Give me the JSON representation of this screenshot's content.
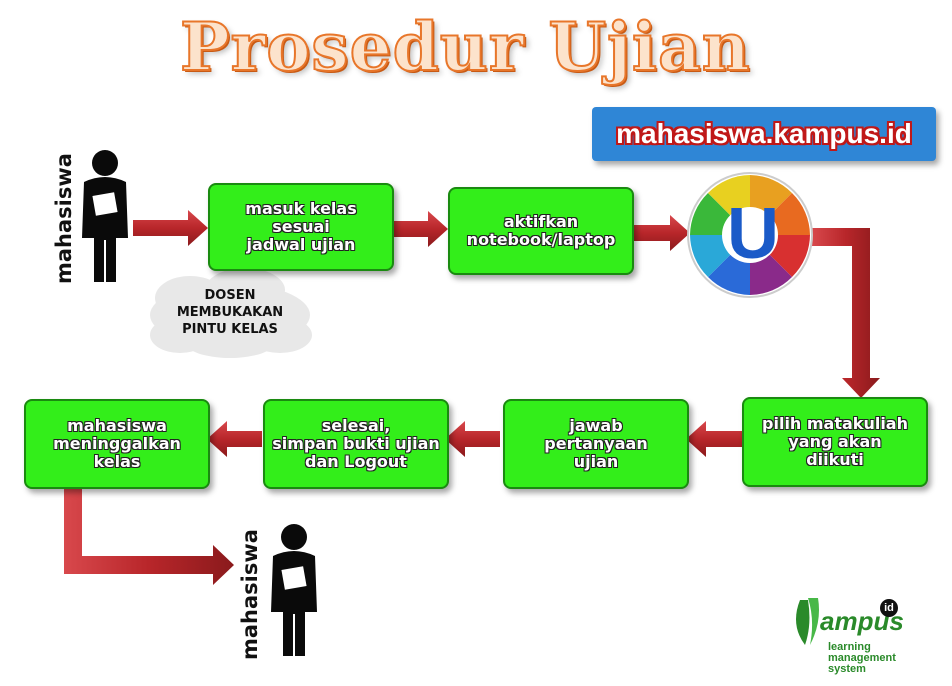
{
  "title": "Prosedur Ujian",
  "url_banner": "mahasiswa.kampus.id",
  "actor_label": "mahasiswa",
  "cloud_note": "DOSEN\nMEMBUKAKAN\nPINTU KELAS",
  "steps": [
    {
      "label": "masuk kelas\nsesuai\njadwal ujian"
    },
    {
      "label": "aktifkan\nnotebook/laptop"
    },
    {
      "label": "pilih matakuliah\nyang akan\ndiikuti"
    },
    {
      "label": "jawab\npertanyaan\nujian"
    },
    {
      "label": "selesai,\nsimpan bukti ujian\ndan Logout"
    },
    {
      "label": "mahasiswa\nmeninggalkan\nkelas"
    }
  ],
  "logo": {
    "letter": "U",
    "brand": "ampus",
    "suffix": "id",
    "tagline": [
      "learning",
      "management",
      "system"
    ]
  },
  "colors": {
    "box_fill": "#33ee1a",
    "arrow": "#b8262a",
    "banner": "#2f86d6",
    "title_stroke": "#e8762a"
  }
}
